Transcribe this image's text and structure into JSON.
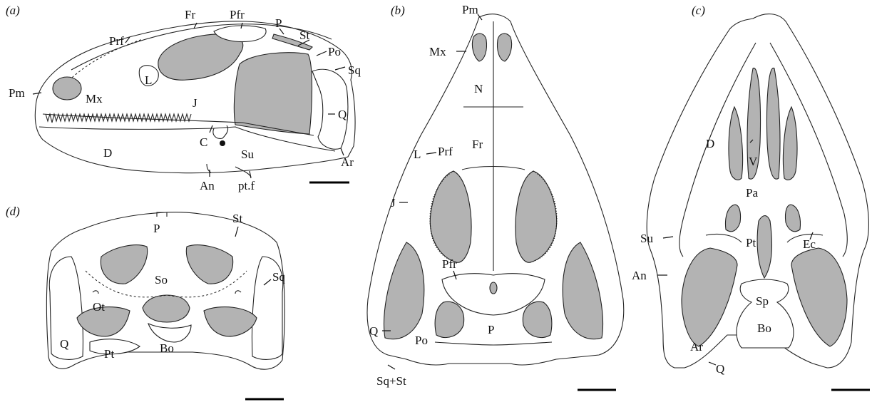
{
  "panels": {
    "a": {
      "panel_label": "(a)",
      "labels": {
        "prf": "Prf",
        "fr": "Fr",
        "pfr": "Pfr",
        "p": "P",
        "st": "St",
        "po": "Po",
        "sq": "Sq",
        "pm": "Pm",
        "mx": "Mx",
        "l": "L",
        "j": "J",
        "q": "Q",
        "c": "C",
        "d": "D",
        "su": "Su",
        "ar": "Ar",
        "an": "An",
        "ptf": "pt.f"
      }
    },
    "b": {
      "panel_label": "(b)",
      "labels": {
        "pm": "Pm",
        "mx": "Mx",
        "n": "N",
        "l": "L",
        "prf": "Prf",
        "fr": "Fr",
        "j": "J",
        "pfr": "Pfr",
        "p": "P",
        "q": "Q",
        "po": "Po",
        "sqst": "Sq+St"
      }
    },
    "c": {
      "panel_label": "(c)",
      "labels": {
        "d": "D",
        "v": "V",
        "pa": "Pa",
        "su": "Su",
        "pt": "Pt",
        "ec": "Ec",
        "an": "An",
        "sp": "Sp",
        "bo": "Bo",
        "ar": "Ar",
        "q": "Q"
      }
    },
    "d": {
      "panel_label": "(d)",
      "labels": {
        "p": "P",
        "st": "St",
        "sq": "Sq",
        "so": "So",
        "ot": "Ot",
        "q": "Q",
        "bo": "Bo",
        "pt": "Pt"
      }
    }
  }
}
